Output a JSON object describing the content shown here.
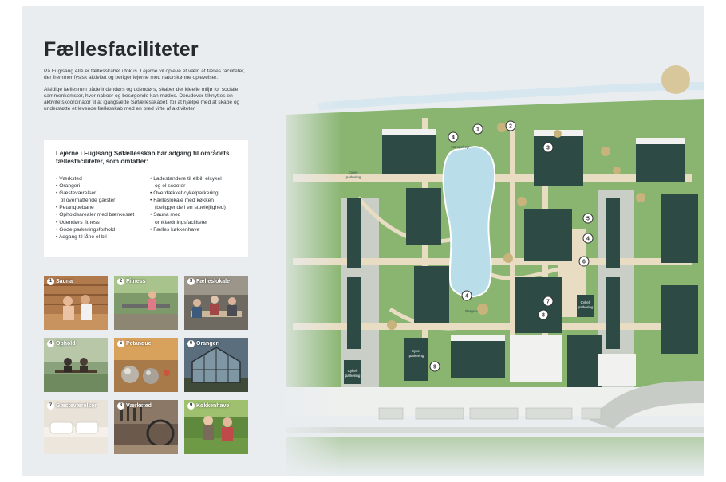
{
  "title": "Fællesfaciliteter",
  "intro": {
    "p1": "På Fuglsang Allé er fællesskabet i fokus. Lejerne vil opleve et væld af fælles faciliteter, der fremmer fysisk aktivitet og beriger lejerne med naturskønne oplevelser.",
    "p2": "Alsidige fællesrum både indendørs og udendørs, skaber det ideelle miljø for sociale sammenkomster, hvor naboer og besøgende kan mødes. Derudover tilknyttes en aktivitetskoordinator til at igangsætte Søfællesskabet, for at hjælpe med at skabe og understøtte et levende fællesskab med en bred vifte af aktiviteter."
  },
  "facilities": {
    "heading": "Lejerne i Fuglsang Søfællesskab har adgang til områdets fællesfaciliteter, som omfatter:",
    "col1": [
      "• Værksted",
      "• Orangeri",
      "• Gæsteværelser",
      "til overnattende gæster",
      "• Petanquebane",
      "• Opholdsarealer med bænkesæt",
      "• Udendørs fitness",
      "• Gode parkeringsforhold",
      "• Adgang til låne el bil"
    ],
    "col2": [
      "• Ladestandere til elbil, elcykel",
      "og el scooter",
      "• Overdækket cykelparkering",
      "• Fælleslokale med køkken",
      "(beliggende i en stuelejlighed)",
      "• Sauna med",
      "omklædningsfaciliteter",
      "• Fælles køkkenhave"
    ]
  },
  "tiles": [
    {
      "num": "1",
      "label": "Sauna",
      "icon": "sauna-photo"
    },
    {
      "num": "2",
      "label": "Fitness",
      "icon": "fitness-photo"
    },
    {
      "num": "3",
      "label": "Fælleslokale",
      "icon": "community-room-photo"
    },
    {
      "num": "4",
      "label": "Ophold",
      "icon": "bench-photo"
    },
    {
      "num": "5",
      "label": "Petanque",
      "icon": "petanque-photo"
    },
    {
      "num": "6",
      "label": "Orangeri",
      "icon": "greenhouse-photo"
    },
    {
      "num": "7",
      "label": "Gæsteværelser",
      "icon": "guestroom-photo"
    },
    {
      "num": "8",
      "label": "Værksted",
      "icon": "workshop-photo"
    },
    {
      "num": "9",
      "label": "Køkkenhave",
      "icon": "garden-photo"
    }
  ],
  "map": {
    "labels": {
      "haengekoje": "Hængekøje",
      "pergola": "Pergola",
      "cykel1": "Cykel-",
      "cykel2": "parkering"
    },
    "markers": [
      "1",
      "2",
      "3",
      "4",
      "4",
      "5",
      "4",
      "6",
      "7",
      "8",
      "9"
    ]
  },
  "colors": {
    "building": "#2d4a44",
    "grass": "#8ab571",
    "path": "#e8dcc2",
    "lake": "#b9dde9",
    "sheet": "#e9edf0"
  }
}
